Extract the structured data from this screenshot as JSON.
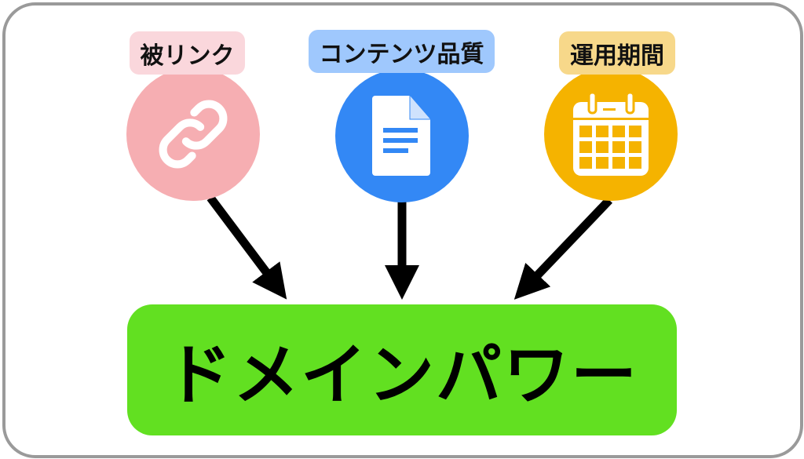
{
  "factors": [
    {
      "label": "被リンク",
      "icon": "link-icon",
      "label_color": "#fad7dc",
      "circle_color": "#f6aeb2"
    },
    {
      "label": "コンテンツ品質",
      "icon": "document-icon",
      "label_color": "#9fc8fd",
      "circle_color": "#3388f5"
    },
    {
      "label": "運用期間",
      "icon": "calendar-icon",
      "label_color": "#f7d88a",
      "circle_color": "#f5b300"
    }
  ],
  "result": {
    "label": "ドメインパワー",
    "color": "#62e021"
  }
}
